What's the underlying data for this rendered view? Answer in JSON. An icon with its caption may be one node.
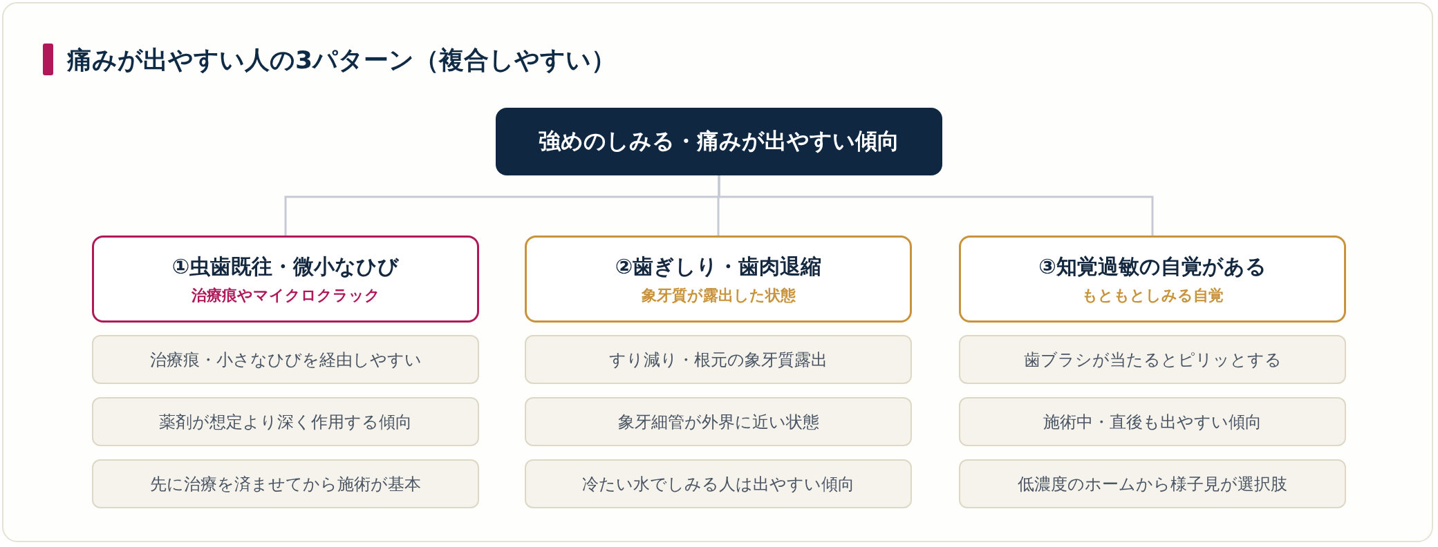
{
  "diagram": {
    "title": "痛みが出やすい人の3パターン（複合しやすい）",
    "nodes": [
      {
        "text": [
          "強めのしみる・痛みが出やすい傾向"
        ]
      },
      {
        "text": [
          "①虫歯既往・微小なひび",
          "治療痕やマイクロクラック"
        ]
      },
      {
        "text": [
          "②歯ぎしり・歯肉退縮",
          "象牙質が露出した状態"
        ]
      },
      {
        "text": [
          "③知覚過敏の自覚がある",
          "もともとしみる自覚"
        ]
      },
      {
        "text": [
          "治療痕・小さなひびを経由しやすい"
        ]
      },
      {
        "text": [
          "すり減り・根元の象牙質露出"
        ]
      },
      {
        "text": [
          "歯ブラシが当たるとピリッとする"
        ]
      },
      {
        "text": [
          "薬剤が想定より深く作用する傾向"
        ]
      },
      {
        "text": [
          "象牙細管が外界に近い状態"
        ]
      },
      {
        "text": [
          "施術中・直後も出やすい傾向"
        ]
      },
      {
        "text": [
          "先に治療を済ませてから施術が基本"
        ]
      },
      {
        "text": [
          "冷たい水でしみる人は出やすい傾向"
        ]
      },
      {
        "text": [
          "低濃度のホームから様子見が選択肢"
        ]
      }
    ],
    "edges": [
      {
        "from": 0,
        "to": 1,
        "arrow": "none"
      },
      {
        "from": 0,
        "to": 2,
        "arrow": "none"
      },
      {
        "from": 0,
        "to": 3,
        "arrow": "none"
      }
    ]
  }
}
